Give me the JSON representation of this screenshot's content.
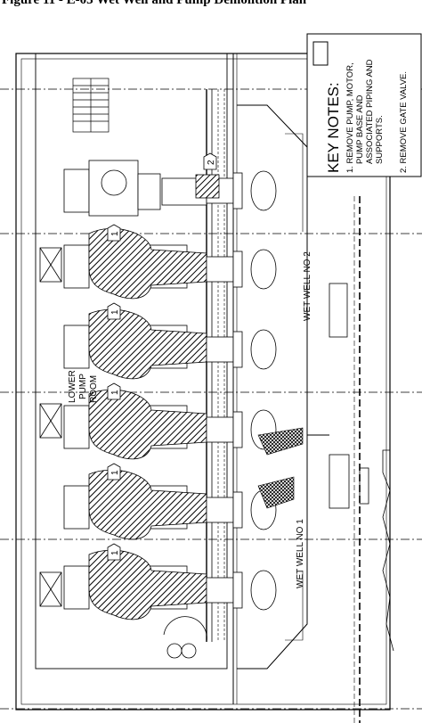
{
  "caption": "Figure 11 - E-03 Wet Well and Pump Demolition Plan",
  "key_notes": {
    "title": "KEY NOTES:",
    "note_1": [
      "1. REMOVE PUMP, MOTOR,",
      "PUMP BASE AND",
      "ASSOCIATED PIPING AND",
      "SUPPORTS."
    ],
    "note_2": "2. REMOVE GATE VALVE."
  },
  "room_labels": {
    "lower_pump_room": [
      "LOWER",
      "PUMP",
      "ROOM"
    ],
    "wet_well_2": "WET WELL NO 2",
    "wet_well_1": "WET WELL NO 1"
  },
  "tags": {
    "pump_tag": "1",
    "valve_tag": "2"
  }
}
